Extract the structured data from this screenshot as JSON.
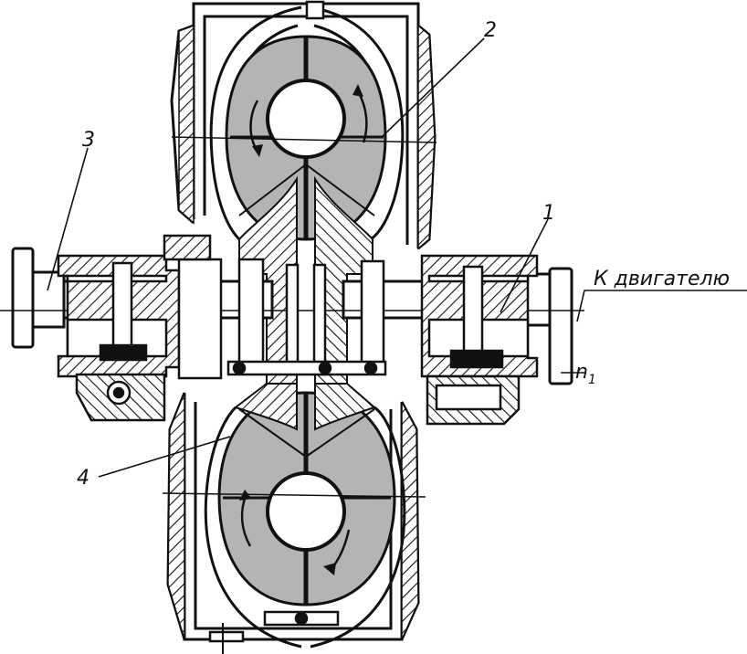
{
  "labels": {
    "n1": "1",
    "n2": "2",
    "n3": "3",
    "n4": "4",
    "to_engine": "К двигателю",
    "speed_letter": "n",
    "speed_sub": "1"
  },
  "colors": {
    "ink": "#111111",
    "fluid": "#b4b4b4",
    "background": "#ffffff"
  }
}
